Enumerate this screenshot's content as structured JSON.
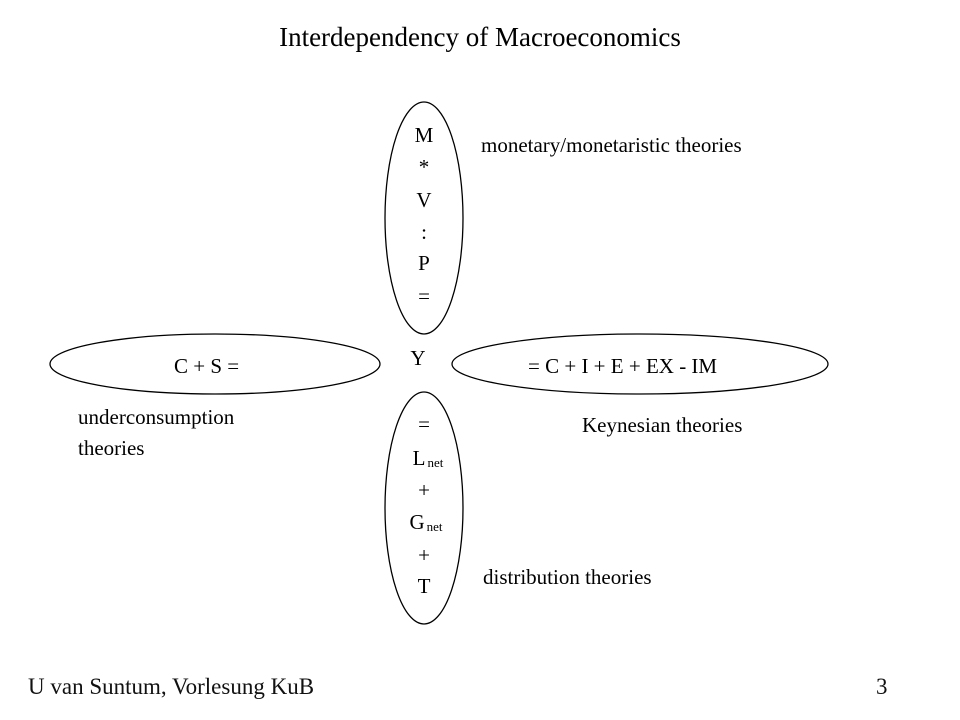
{
  "title": "Interdependency of Macroeconomics",
  "center": "Y",
  "top_ellipse": {
    "terms": [
      "M",
      "*",
      "V",
      ":",
      "P",
      "="
    ]
  },
  "left_ellipse": {
    "text": "C + S ="
  },
  "right_ellipse": {
    "text": "= C + I + E + EX - IM"
  },
  "bottom_ellipse": {
    "eq1": "=",
    "l_main": "L",
    "l_sub": "net",
    "plus1": "+",
    "g_main": "G",
    "g_sub": "net",
    "plus2": "+",
    "t": "T"
  },
  "labels": {
    "monetary": "monetary/monetaristic theories",
    "underconsumption_line1": "underconsumption",
    "underconsumption_line2": "theories",
    "keynesian": "Keynesian theories",
    "distribution": "distribution theories"
  },
  "footer": {
    "author": "U van Suntum, Vorlesung KuB",
    "page": "3"
  }
}
